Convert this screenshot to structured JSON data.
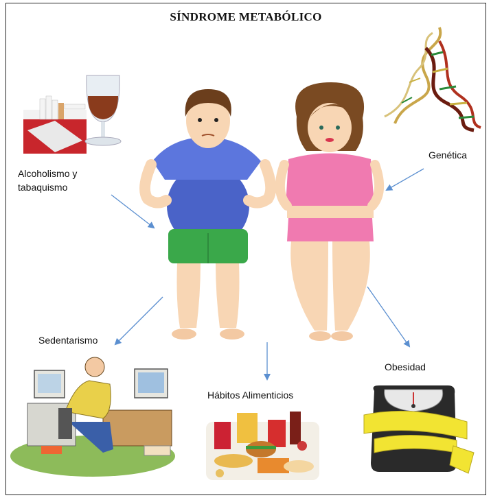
{
  "title": "SÍNDROME METABÓLICO",
  "labels": {
    "alcohol_line1": "Alcoholismo y",
    "alcohol_line2": "tabaquismo",
    "genetica": "Genética",
    "sedentarismo": "Sedentarismo",
    "habitos": "Hábitos Alimenticios",
    "obesidad": "Obesidad"
  },
  "colors": {
    "arrow": "#5b8fd0",
    "man_shirt": "#4a63c8",
    "man_shorts": "#3aa84a",
    "woman_top": "#f07ab0",
    "skin": "#f8d6b4"
  },
  "icons": [
    "cigarettes-and-glass-icon",
    "dna-icon",
    "man-figure",
    "woman-figure",
    "office-worker-icon",
    "junk-food-icon",
    "scale-with-tape-icon"
  ]
}
